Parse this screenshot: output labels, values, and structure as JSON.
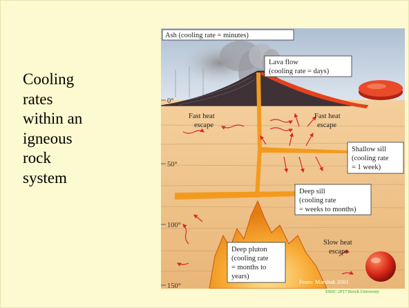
{
  "slide": {
    "title": "Cooling\nrates\nwithin an\nigneous\nrock\nsystem",
    "footer": "ERSC 2P17 Brock University"
  },
  "figure": {
    "labels": {
      "ash": "Ash (cooling rate = minutes)",
      "lava_flow_1": "Lava flow",
      "lava_flow_2": "(cooling rate = days)",
      "fast_heat_left_1": "Fast heat",
      "fast_heat_left_2": "escape",
      "fast_heat_right_1": "Fast heat",
      "fast_heat_right_2": "escape",
      "shallow_sill_1": "Shallow sill",
      "shallow_sill_2": "(cooling rate",
      "shallow_sill_3": "= 1 week)",
      "deep_sill_1": "Deep sill",
      "deep_sill_2": "(cooling rate",
      "deep_sill_3": "= weeks to months)",
      "deep_pluton_1": "Deep pluton",
      "deep_pluton_2": "(cooling rate",
      "deep_pluton_3": "= months to",
      "deep_pluton_4": "years)",
      "slow_heat_1": "Slow heat",
      "slow_heat_2": "escape",
      "source": "From: Marshak 2001"
    },
    "depths": [
      "0°",
      "50°",
      "100°",
      "150°"
    ],
    "colors": {
      "sky": "#c9d7e6",
      "ground": "#f0c48e",
      "magma": "#f39a1e",
      "lava": "#e2441c",
      "volcano": "#3b3035",
      "arrows": "#d62a2a"
    }
  }
}
